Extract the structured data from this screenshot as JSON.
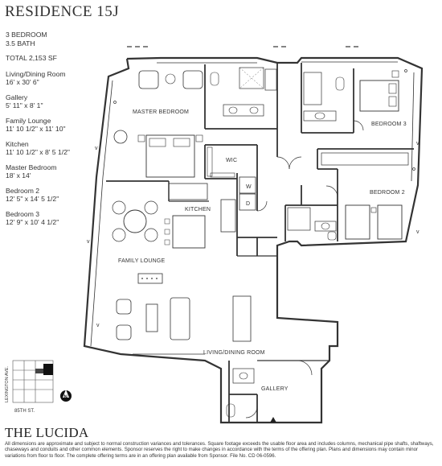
{
  "title": "RESIDENCE 15J",
  "specs": {
    "bedrooms": "3 BEDROOM",
    "baths": "3.5 BATH",
    "total": "TOTAL 2,153 SF",
    "rooms": [
      {
        "name": "Living/Dining Room",
        "size": "16' x 30' 6\""
      },
      {
        "name": "Gallery",
        "size": "5' 11\" x 8' 1\""
      },
      {
        "name": "Family Lounge",
        "size": "11' 10 1/2\" x 11' 10\""
      },
      {
        "name": "Kitchen",
        "size": "11' 10 1/2\" x 8' 5 1/2\""
      },
      {
        "name": "Master Bedroom",
        "size": "18' x 14'"
      },
      {
        "name": "Bedroom 2",
        "size": "12' 5\" x 14' 5 1/2\""
      },
      {
        "name": "Bedroom 3",
        "size": "12' 9\" x 10' 4 1/2\""
      }
    ]
  },
  "plan_labels": {
    "master_bedroom": "MASTER BEDROOM",
    "bedroom3": "BEDROOM 3",
    "bedroom2": "BEDROOM 2",
    "wic": "WIC",
    "washer": "W",
    "dryer": "D",
    "kitchen": "KITCHEN",
    "family_lounge": "FAMILY LOUNGE",
    "living_dining": "LIVING/DINING ROOM",
    "gallery": "GALLERY"
  },
  "keyplan": {
    "street_vertical": "LEXINGTON AVE.",
    "street_horizontal": "85TH ST.",
    "north": "N"
  },
  "brand": "THE LUCIDA",
  "disclaimer": "All dimensions are approximate and subject to normal construction variances and tolerances. Square footage exceeds the usable floor area and includes columns, mechanical pipe shafts, shaftways, chaseways and conduits and other common elements. Sponsor reserves the right to make changes in accordance with the terms of the offering plan. Plans and dimensions may contain minor variations from floor to floor. The complete offering terms are in an offering plan available from Sponsor. File No. CD 06-0596."
}
